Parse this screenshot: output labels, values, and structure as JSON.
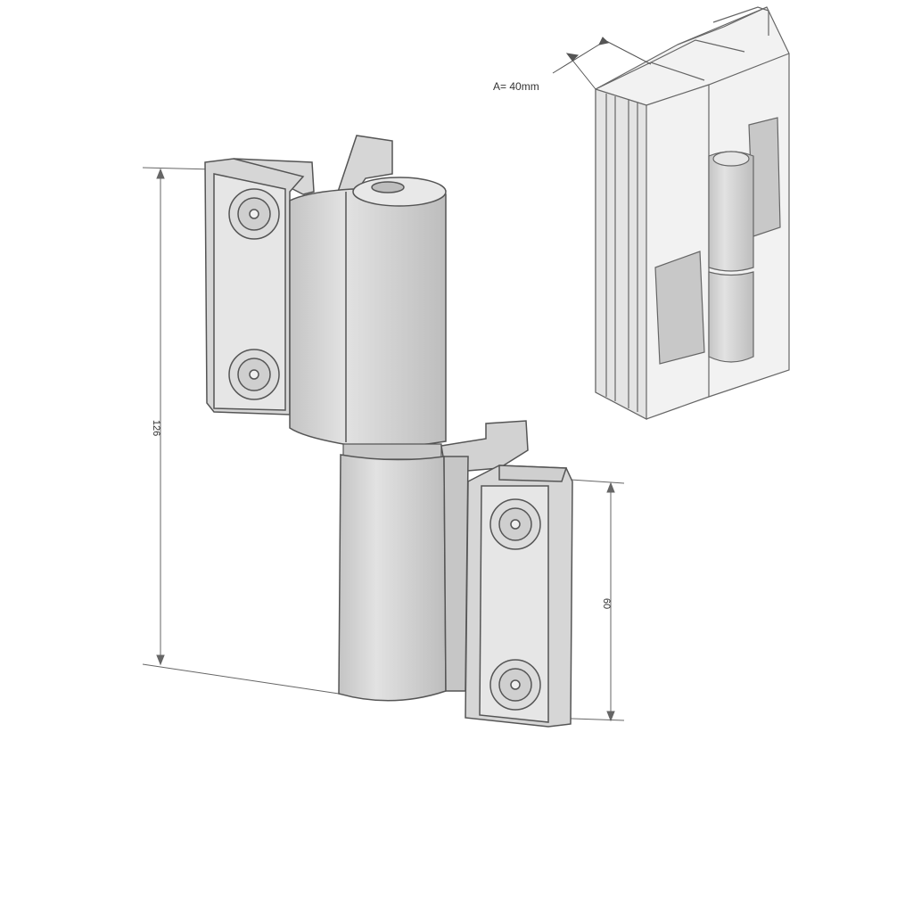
{
  "dimensions": {
    "total_height": "126",
    "leaf_height": "60",
    "profile_depth": "A= 40mm"
  },
  "colors": {
    "metal_light": "#e4e4e4",
    "metal_mid": "#cfcfcf",
    "metal_dark": "#b8b8b8",
    "outline": "#555555"
  }
}
